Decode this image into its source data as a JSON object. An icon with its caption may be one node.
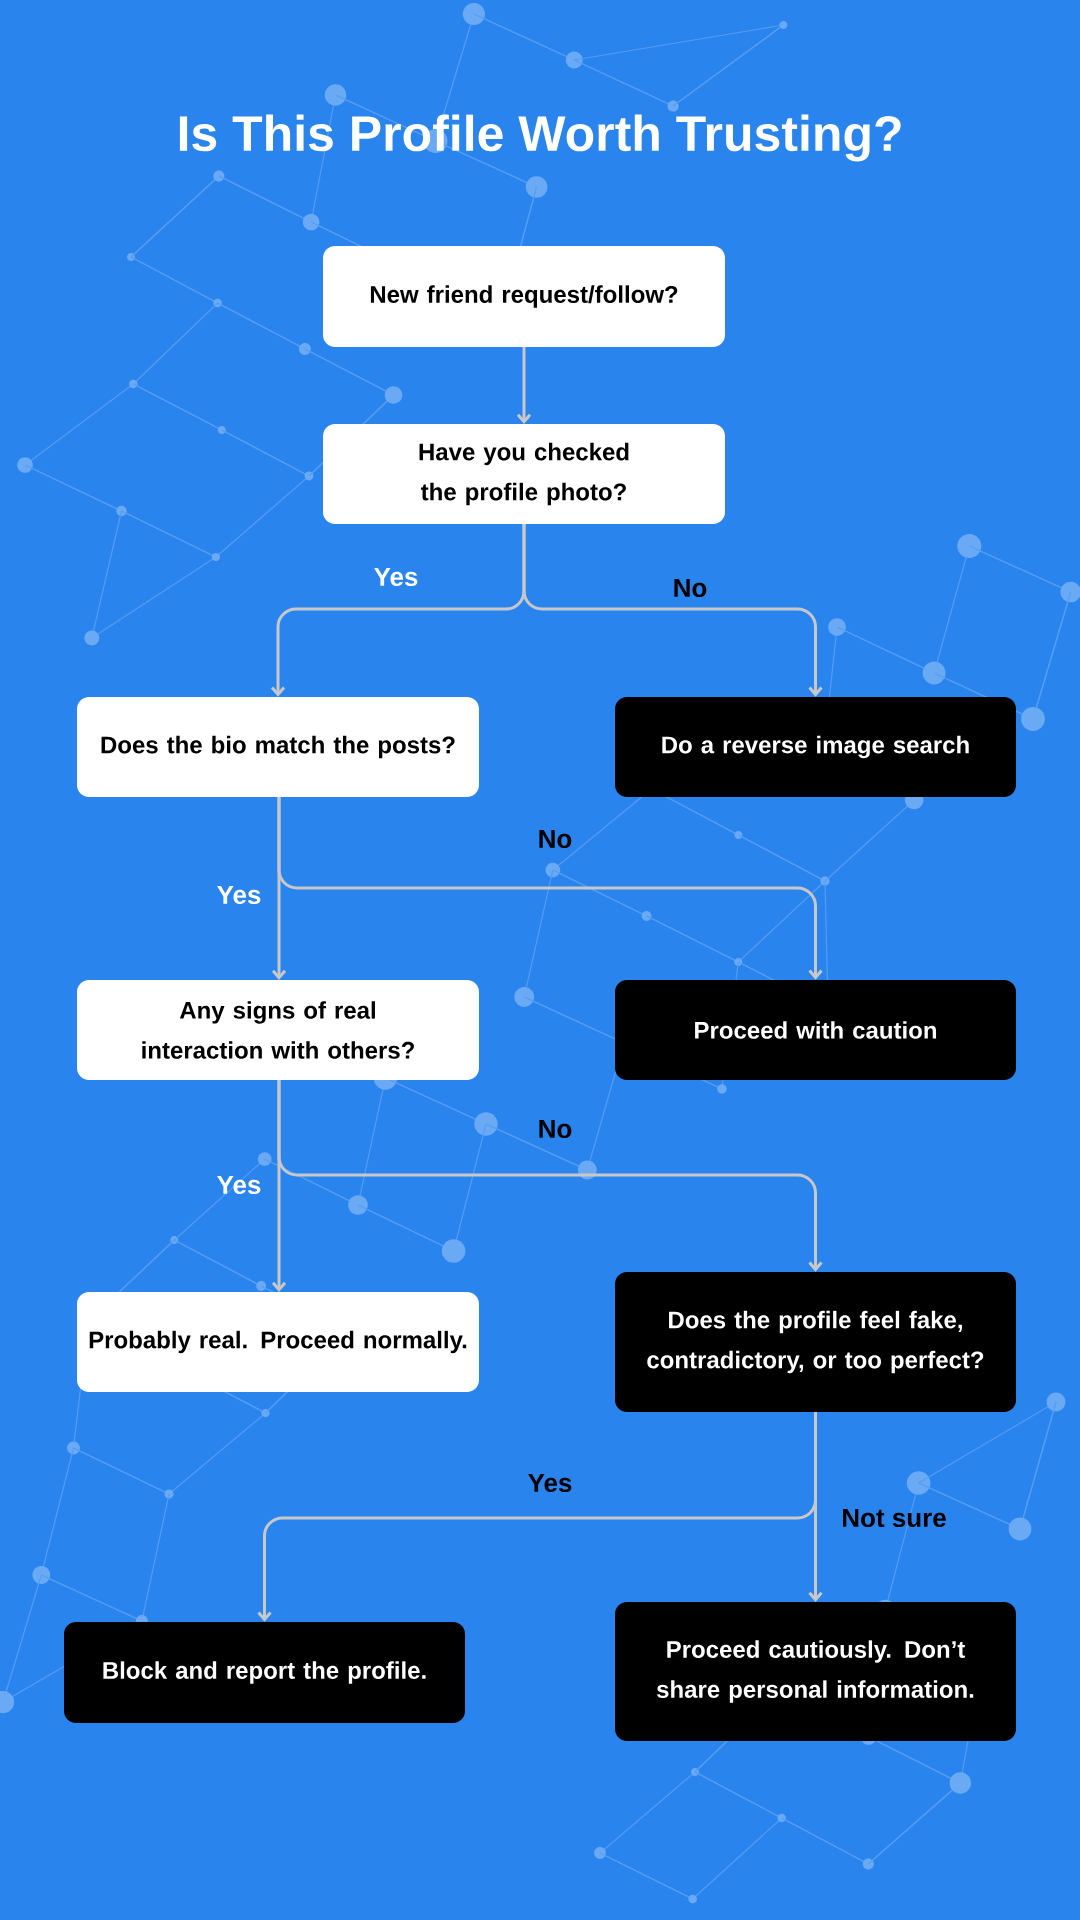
{
  "diagram": {
    "title": "Is This Profile Worth Trusting?",
    "nodes": [
      {
        "text": [
          "New friend request/follow?"
        ]
      },
      {
        "text": [
          "Have you checked the profile photo?"
        ]
      },
      {
        "text": [
          "Does the bio match the posts?"
        ]
      },
      {
        "text": [
          "Do a reverse image search"
        ]
      },
      {
        "text": [
          "Any signs of real interaction with others?"
        ]
      },
      {
        "text": [
          "Proceed with caution"
        ]
      },
      {
        "text": [
          "Probably real. Proceed normally."
        ]
      },
      {
        "text": [
          "Does the profile feel fake, contradictory, or too perfect?"
        ]
      },
      {
        "text": [
          "Block and report the profile."
        ]
      },
      {
        "text": [
          "Proceed cautiously. Don’t share personal information."
        ]
      }
    ],
    "edges": [
      {
        "from": 0,
        "to": 1,
        "arrow": "to"
      },
      {
        "from": 1,
        "to": 2,
        "arrow": "to",
        "label": "Yes"
      },
      {
        "from": 1,
        "to": 3,
        "arrow": "to",
        "label": "No"
      },
      {
        "from": 2,
        "to": 4,
        "arrow": "to",
        "label": "Yes"
      },
      {
        "from": 2,
        "to": 5,
        "arrow": "to",
        "label": "No"
      },
      {
        "from": 4,
        "to": 6,
        "arrow": "to",
        "label": "Yes"
      },
      {
        "from": 4,
        "to": 7,
        "arrow": "to",
        "label": "No"
      },
      {
        "from": 7,
        "to": 8,
        "arrow": "to",
        "label": "Yes"
      },
      {
        "from": 7,
        "to": 9,
        "arrow": "to",
        "label": "Not sure"
      }
    ]
  }
}
